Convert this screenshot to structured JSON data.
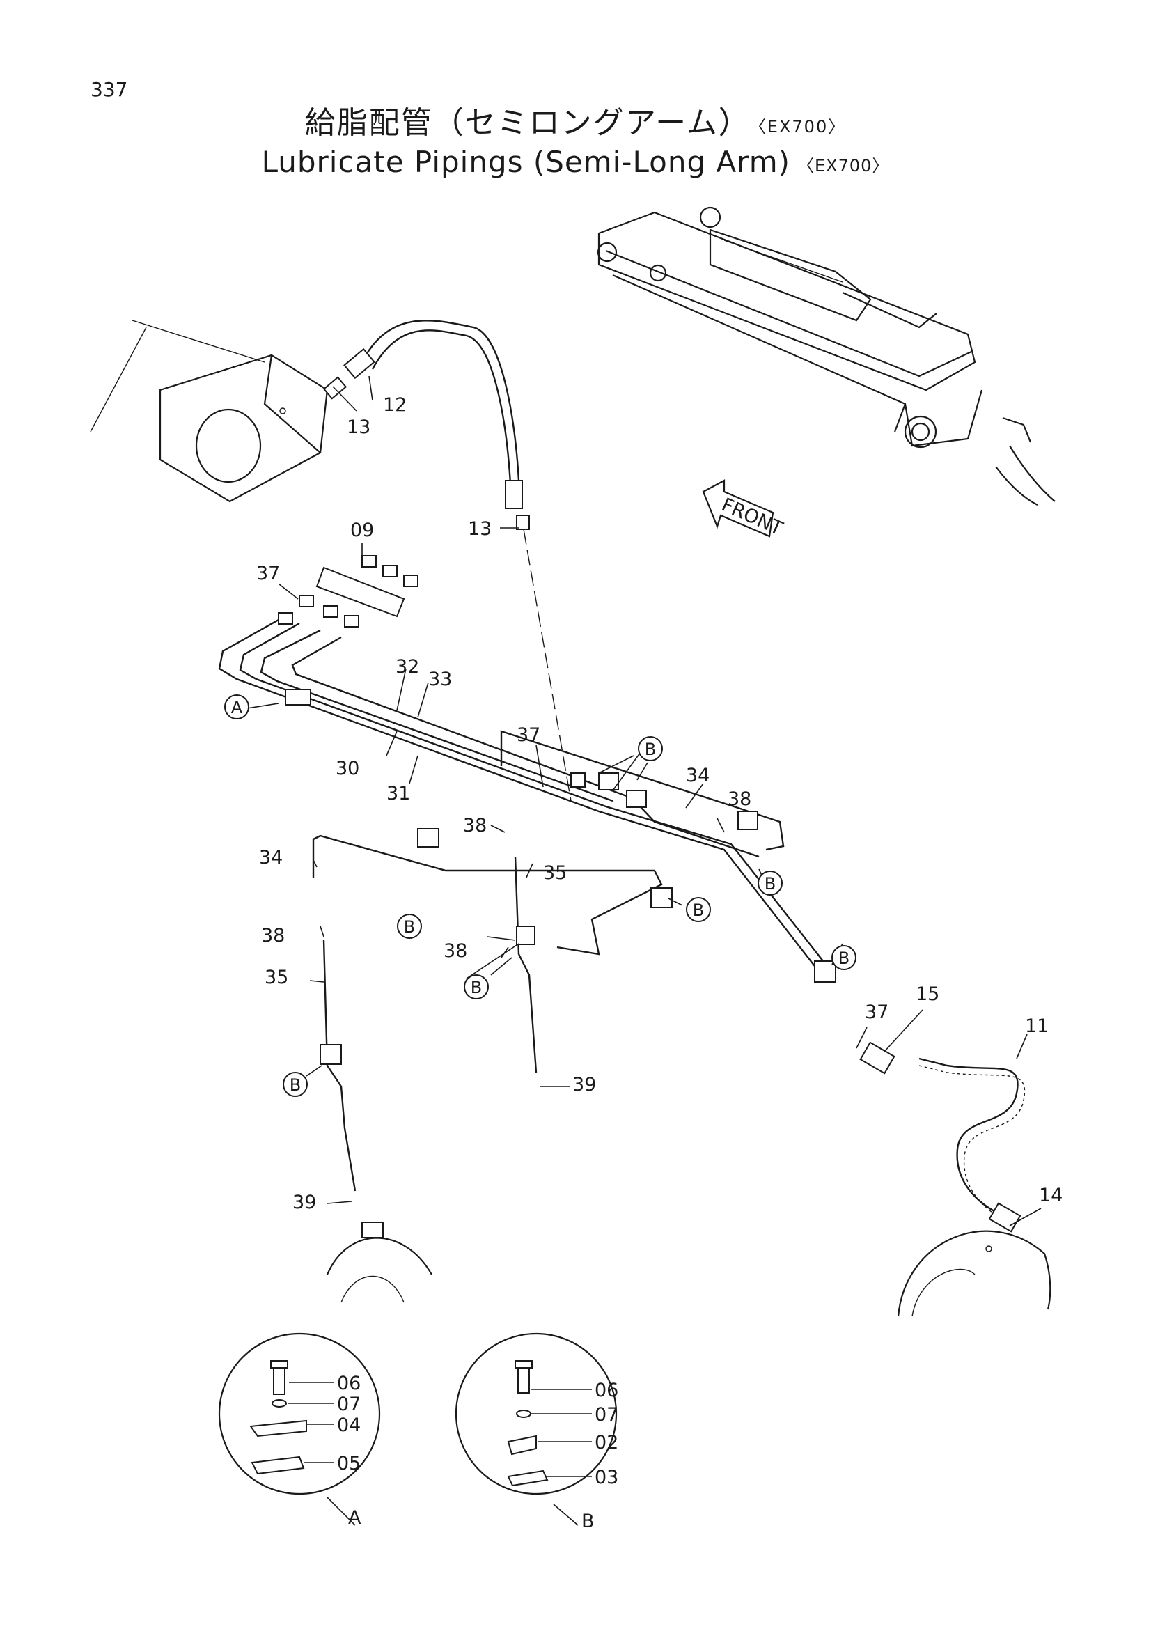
{
  "page_number": "337",
  "title_jp": "給脂配管（セミロングアーム）",
  "title_en": "Lubricate Pipings (Semi-Long Arm)",
  "model_tag": "〈EX700〉",
  "front_label": "FRONT",
  "callout_a": "A",
  "callout_b": "B",
  "labels": {
    "p09": "09",
    "p11": "11",
    "p12": "12",
    "p13": "13",
    "p14": "14",
    "p15": "15",
    "p30": "30",
    "p31": "31",
    "p32": "32",
    "p33": "33",
    "p34": "34",
    "p35": "35",
    "p37": "37",
    "p38": "38",
    "p39": "39"
  },
  "detail_a": {
    "caption": "A",
    "parts": [
      "06",
      "07",
      "04",
      "05"
    ]
  },
  "detail_b": {
    "caption": "B",
    "parts": [
      "06",
      "07",
      "02",
      "03"
    ]
  }
}
